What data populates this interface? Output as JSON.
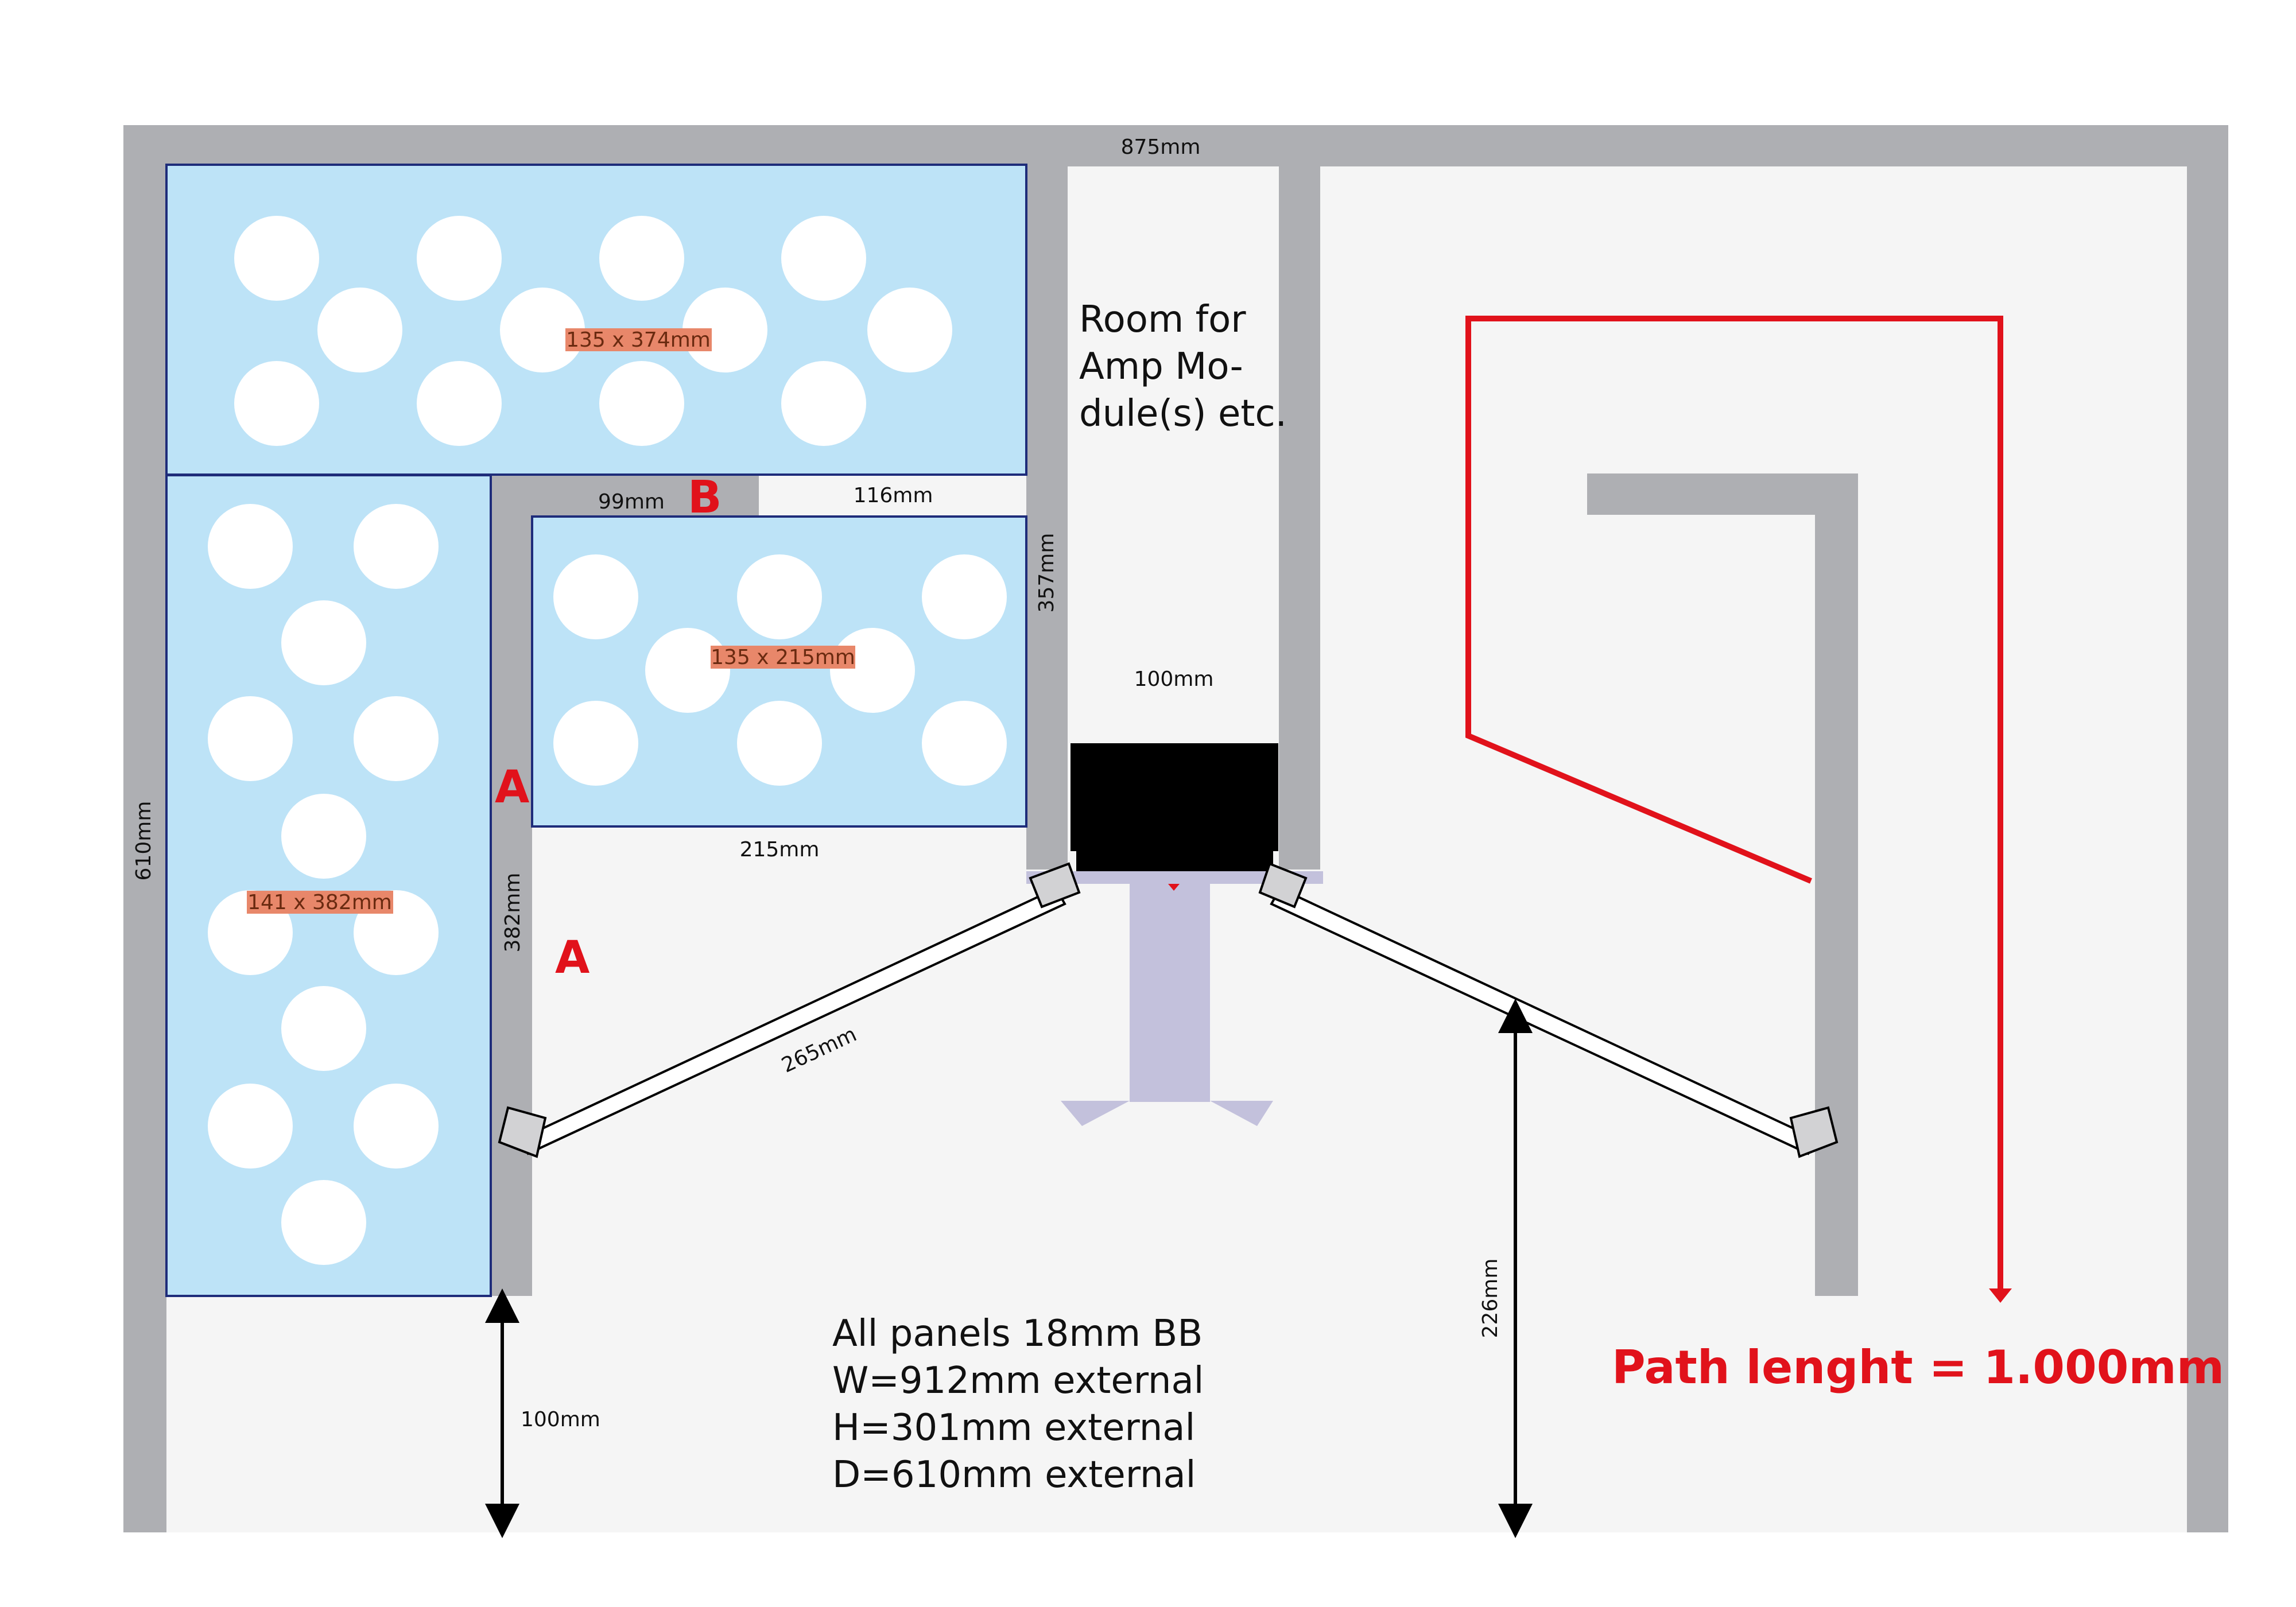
{
  "labels": {
    "overall_width": "875mm",
    "overall_depth": "610mm",
    "top_panel_size": "135 x 374mm",
    "left_panel_size": "141 x 382mm",
    "mid_panel_size": "135 x 215mm",
    "dim_99": "99mm",
    "dim_116": "116mm",
    "dim_357": "357mm",
    "dim_215": "215mm",
    "dim_382": "382mm",
    "dim_100_port": "100mm",
    "dim_265": "265mm",
    "dim_100_bottom": "100mm",
    "dim_226": "226mm",
    "marker_a1": "A",
    "marker_a2": "A",
    "marker_b": "B",
    "amp_room": [
      "Room for",
      "Amp Mo-",
      "dule(s) etc."
    ],
    "specs": [
      "All panels 18mm BB",
      "W=912mm external",
      "H=301mm external",
      "D=610mm external"
    ],
    "path_length": "Path lenght = 1.000mm"
  },
  "colors": {
    "panel_grey": "#aeafb3",
    "absorber_blue": "#bde3f7",
    "absorber_border": "#1e2c7a",
    "hole": "#ffffff",
    "path_red": "#e1121b",
    "stand": "#c3c1dc",
    "driver": "#000000",
    "tag_bg": "#e8876a",
    "floor": "#f5f5f5"
  }
}
